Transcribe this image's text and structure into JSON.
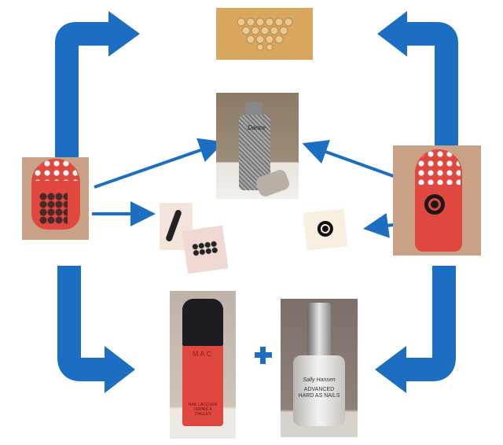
{
  "diagram": {
    "operator": "+",
    "colors": {
      "arrow": "#1b6ec2",
      "tray": "#d8a65c",
      "nail_polish": "#e0473f",
      "background": "#ffffff"
    },
    "photos": {
      "dotting_tray": {
        "icon": "dotting-stones-tray-photo"
      },
      "glitter_bottle": {
        "icon": "glitter-polish-bottle-photo",
        "label_text": "Dance"
      },
      "left_nail": {
        "icon": "nail-with-leaf-stickers-photo"
      },
      "right_nail": {
        "icon": "nail-with-rose-sticker-photo"
      },
      "leaf_sticker_1": {
        "icon": "leaf-sticker-photo"
      },
      "leaf_sticker_2": {
        "icon": "flower-sticker-photo"
      },
      "rose_sticker": {
        "icon": "rose-sticker-photo"
      },
      "red_polish": {
        "icon": "red-polish-bottle-photo",
        "brand": "MAC",
        "label_text": "NAIL LACQUER VERNIS À ONGLES"
      },
      "top_coat": {
        "icon": "clear-top-coat-bottle-photo",
        "brand": "Sally Hansen",
        "label_text": "ADVANCED HARD AS NAILS"
      }
    }
  }
}
